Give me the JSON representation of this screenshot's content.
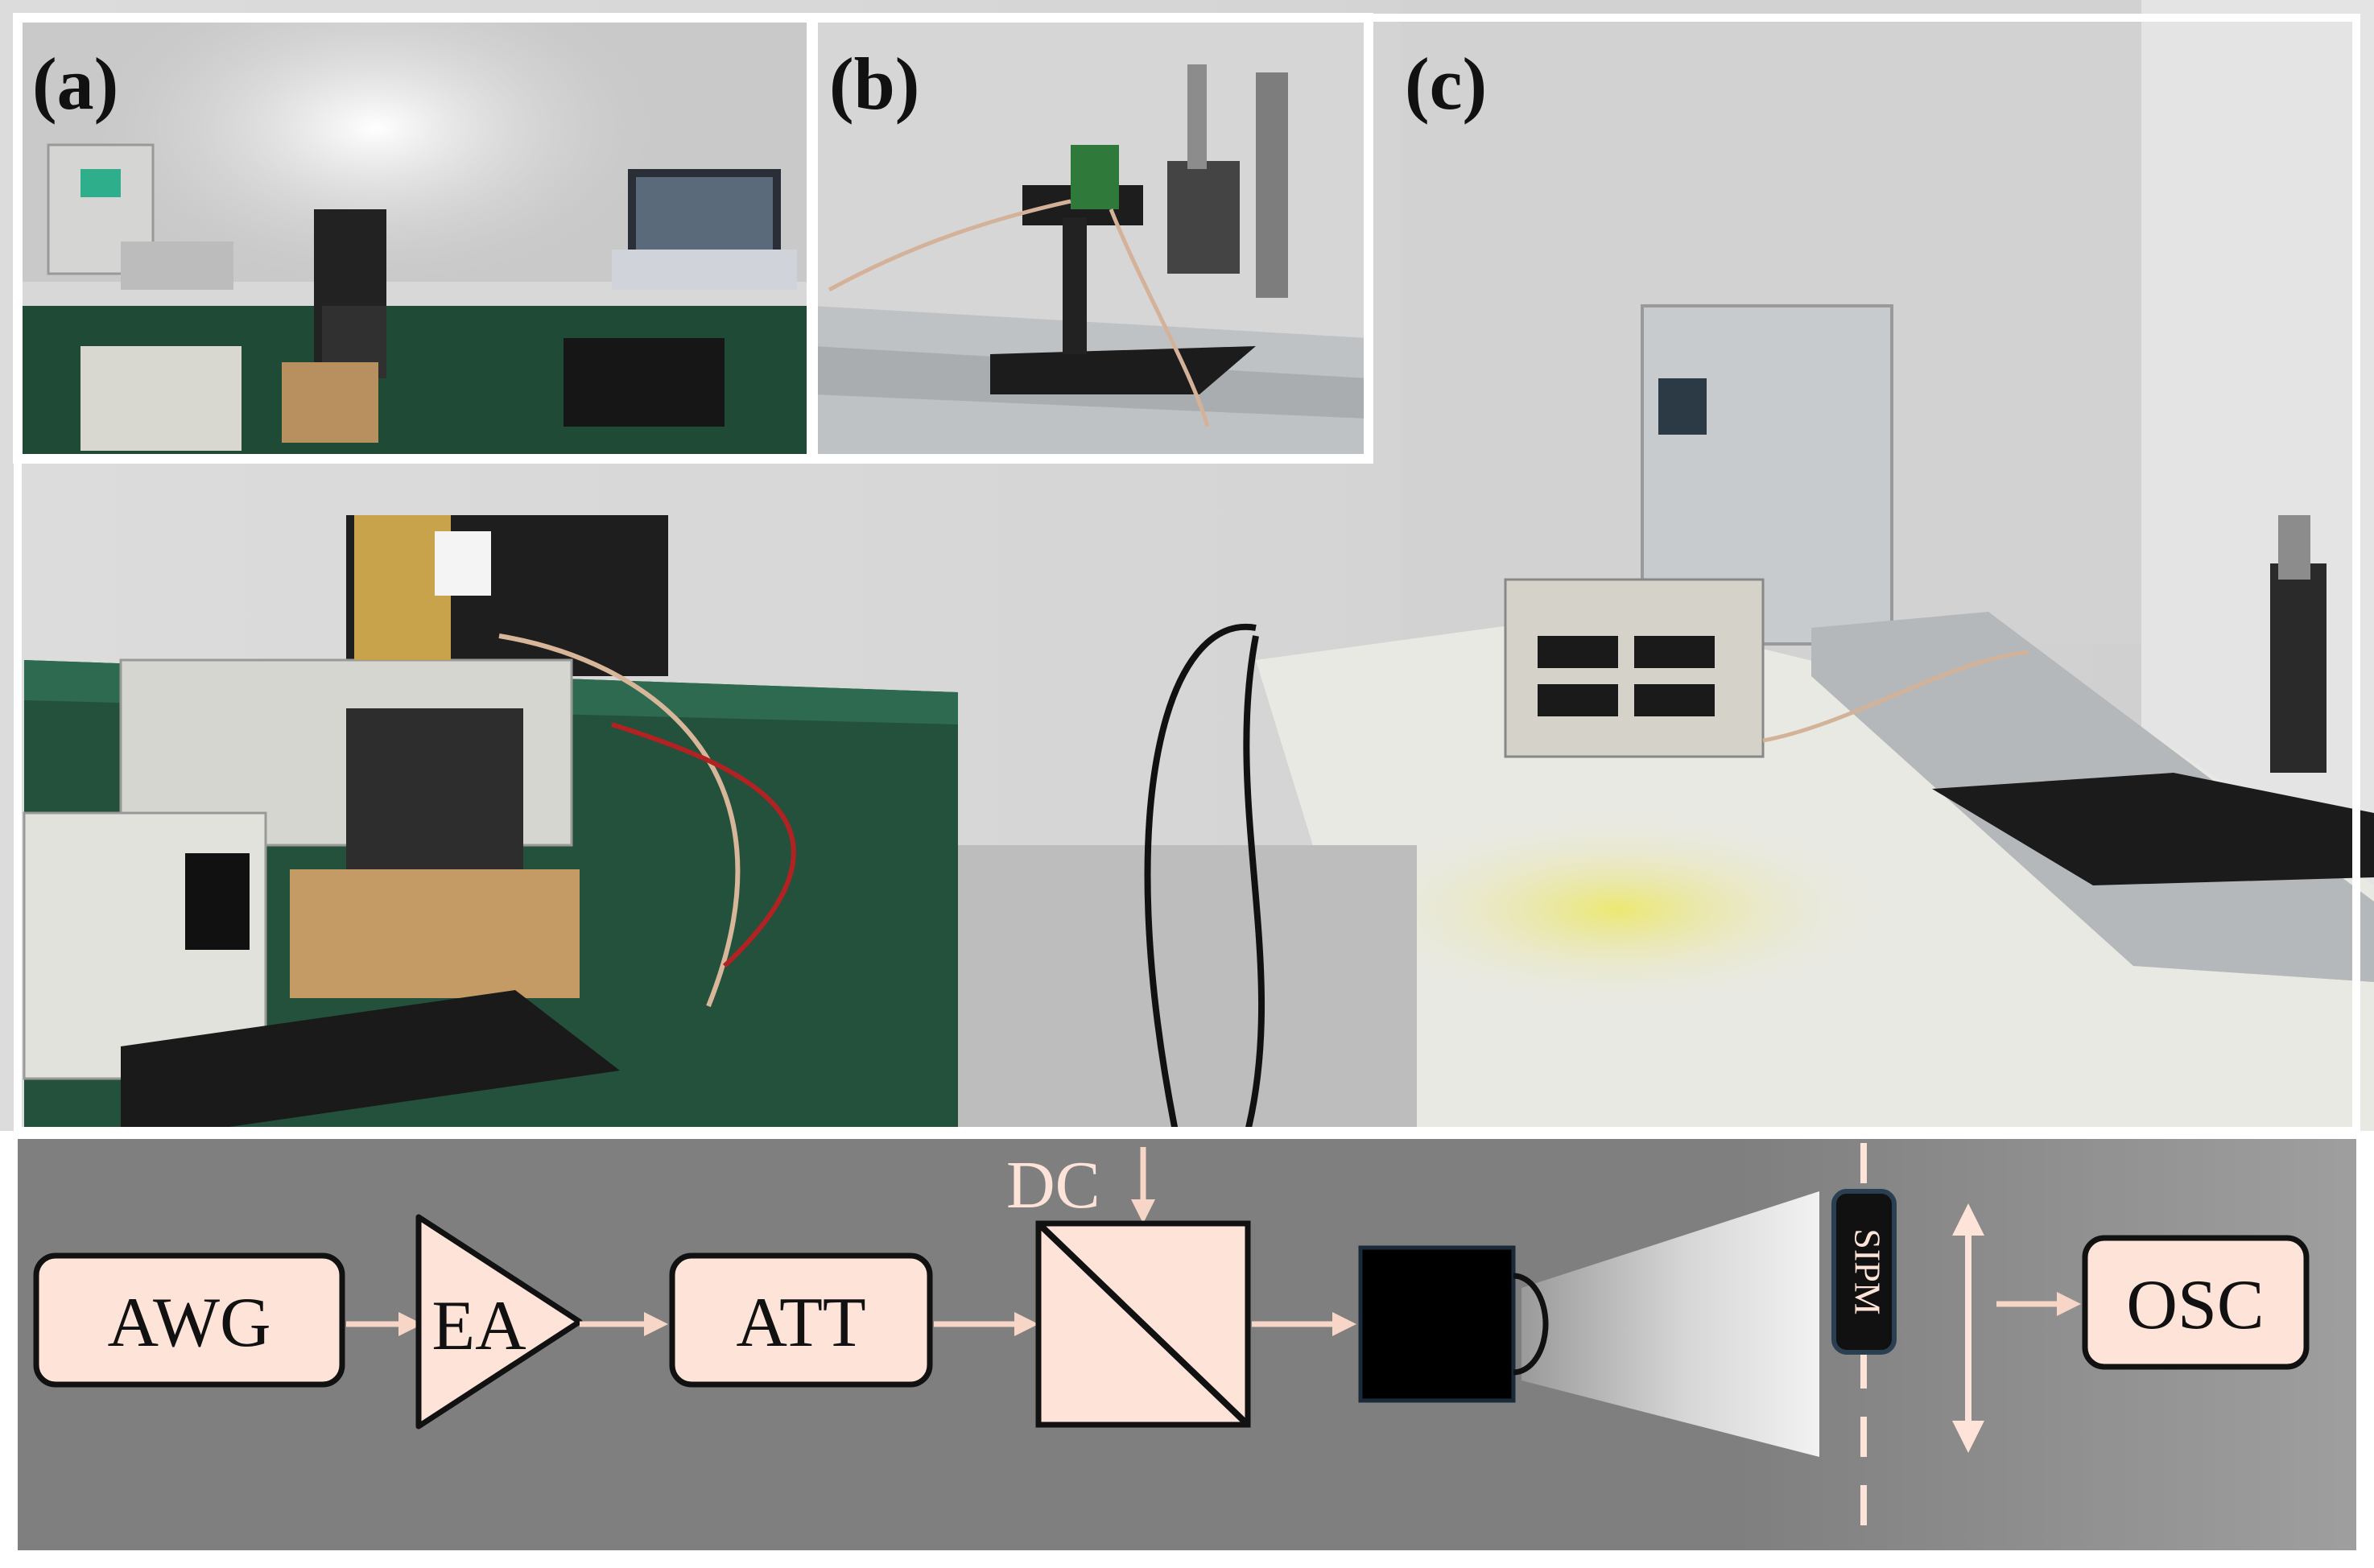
{
  "panels": {
    "a": "(a)",
    "b": "(b)",
    "c": "(c)"
  },
  "schematic": {
    "blocks": {
      "awg": "AWG",
      "ea": "EA",
      "att": "ATT",
      "osc": "OSC"
    },
    "dc": "DC",
    "sipm": "SIPM"
  },
  "colors": {
    "schematic_bg": "#7f7f7f",
    "block_fill": "#fde3d8",
    "arrow": "#f7d6c7",
    "outline": "#111111",
    "frame": "#ffffff"
  }
}
